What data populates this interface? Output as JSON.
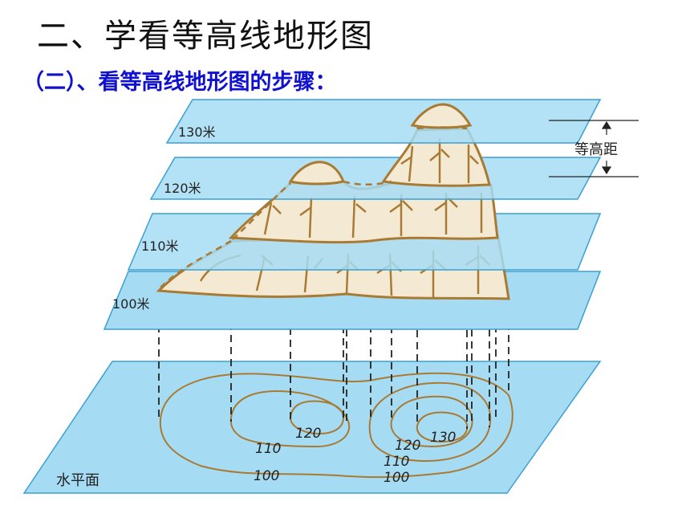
{
  "title": "二、学看等高线地形图",
  "subtitle": "（二）、看等高线地形图的步骤：",
  "colors": {
    "plane_fill": "#a6dcf3",
    "plane_stroke": "#3aa0d2",
    "terrain": "#a97a33",
    "terrain_fill": "#f4ead3",
    "subtitle": "#1010d0"
  },
  "diagram": {
    "planes": [
      {
        "label": "130米"
      },
      {
        "label": "120米"
      },
      {
        "label": "110米"
      },
      {
        "label": "100米"
      }
    ],
    "interval_label": "等高距",
    "base_label": "水平面",
    "contour_labels": [
      {
        "text": "120"
      },
      {
        "text": "110"
      },
      {
        "text": "100"
      },
      {
        "text": "130"
      },
      {
        "text": "120"
      },
      {
        "text": "110"
      },
      {
        "text": "100"
      }
    ]
  }
}
